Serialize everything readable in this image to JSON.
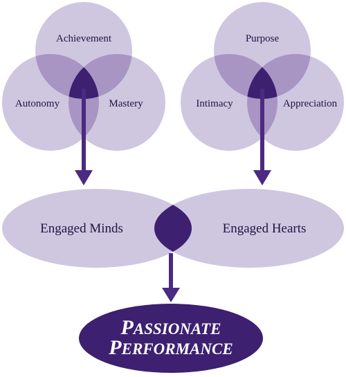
{
  "colors": {
    "circle_fill": "#cfc6e0",
    "overlap_fill": "#a895c4",
    "center_fill": "#3d2070",
    "arrow": "#4b2a82",
    "text": "#1f1640",
    "final_text": "#ffffff"
  },
  "left_venn": {
    "top": "Achievement",
    "left": "Autonomy",
    "right": "Mastery"
  },
  "right_venn": {
    "top": "Purpose",
    "left": "Intimacy",
    "right": "Appreciation"
  },
  "middle": {
    "left": "Engaged Minds",
    "right": "Engaged Hearts"
  },
  "result": {
    "line1_big": "P",
    "line1_small": "ASSIONATE",
    "line2_big": "P",
    "line2_small": "ERFORMANCE"
  }
}
